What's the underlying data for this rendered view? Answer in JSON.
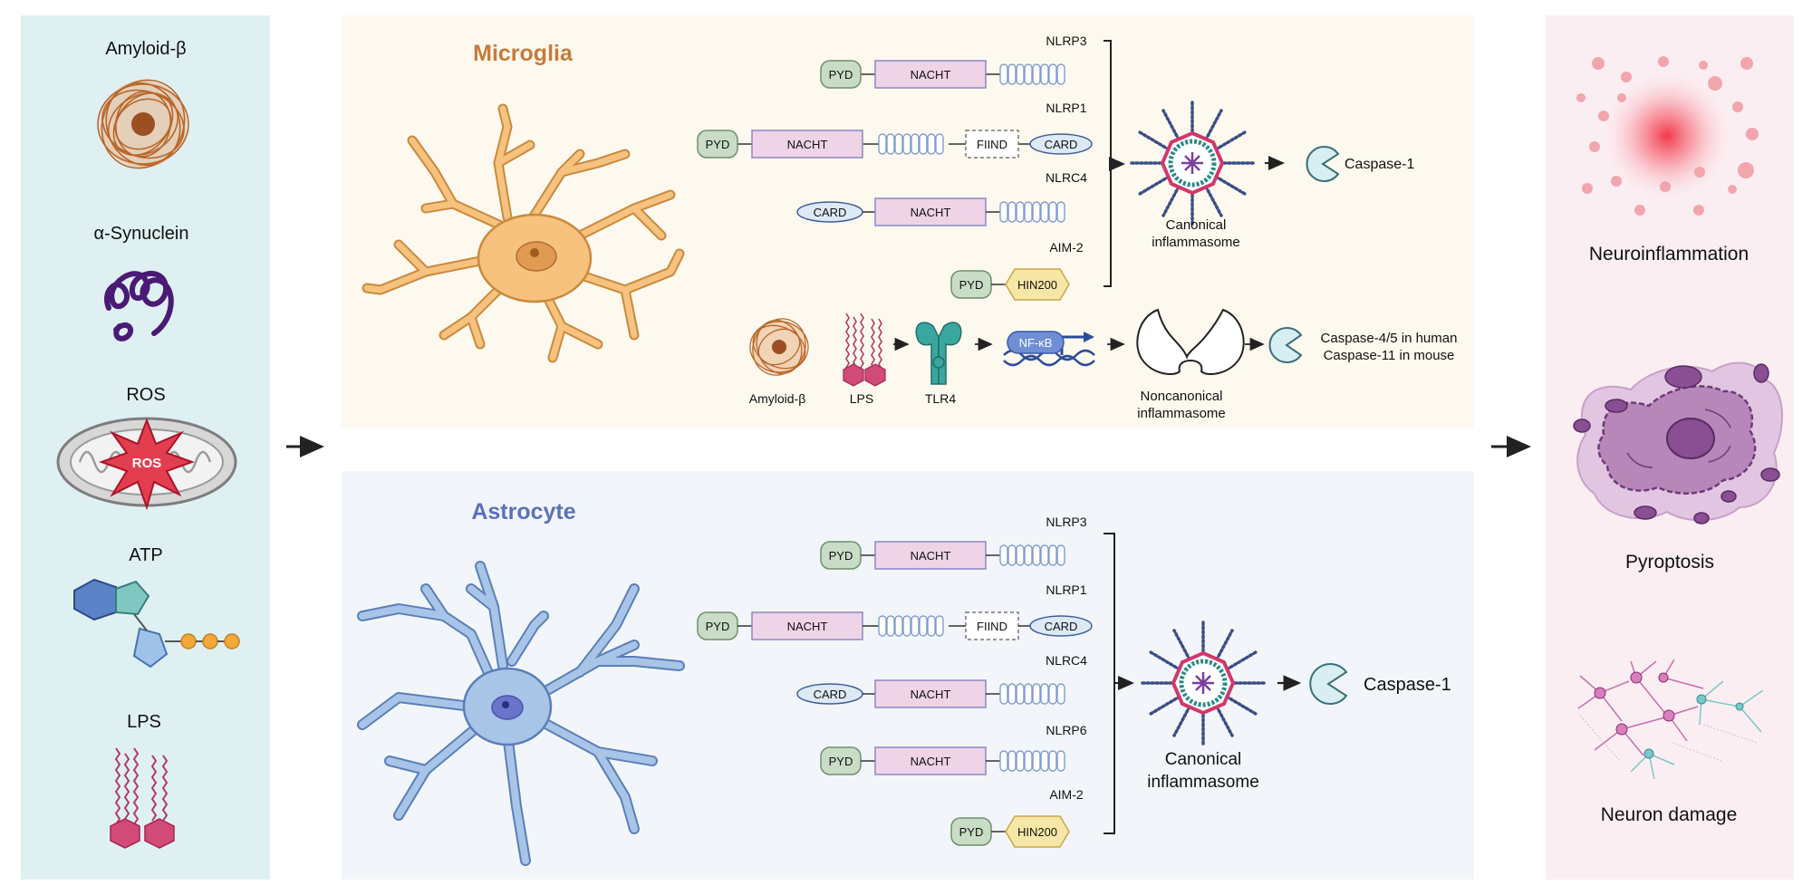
{
  "triggers": {
    "items": [
      {
        "label": "Amyloid-β",
        "icon": "amyloid-fibril-icon"
      },
      {
        "label": "α-Synuclein",
        "icon": "synuclein-coil-icon"
      },
      {
        "label": "ROS",
        "icon": "mitochondrion-ros-icon",
        "badge": "ROS"
      },
      {
        "label": "ATP",
        "icon": "atp-molecule-icon"
      },
      {
        "label": "LPS",
        "icon": "lps-molecule-icon"
      }
    ]
  },
  "microglia": {
    "title": "Microglia",
    "receptors": [
      {
        "name": "NLRP3"
      },
      {
        "name": "NLRP1"
      },
      {
        "name": "NLRC4"
      },
      {
        "name": "AIM-2"
      }
    ],
    "domains": {
      "pyd": "PYD",
      "nacht": "NACHT",
      "fiind": "FIIND",
      "card": "CARD",
      "hin200": "HIN200"
    },
    "canonical": {
      "label_line1": "Canonical",
      "label_line2": "inflammasome",
      "caspase": "Caspase-1"
    },
    "noncanonical": {
      "amyloid": "Amyloid-β",
      "lps": "LPS",
      "tlr4": "TLR4",
      "nfkb": "NF-κB",
      "label_line1": "Noncanonical",
      "label_line2": "inflammasome",
      "caspase_line1": "Caspase-4/5 in human",
      "caspase_line2": "Caspase-11 in mouse"
    }
  },
  "astrocyte": {
    "title": "Astrocyte",
    "receptors": [
      {
        "name": "NLRP3"
      },
      {
        "name": "NLRP1"
      },
      {
        "name": "NLRC4"
      },
      {
        "name": "NLRP6"
      },
      {
        "name": "AIM-2"
      }
    ],
    "canonical": {
      "label_line1": "Canonical",
      "label_line2": "inflammasome",
      "caspase": "Caspase-1"
    }
  },
  "outcomes": {
    "items": [
      {
        "label": "Neuroinflammation",
        "icon": "neuroinflammation-icon"
      },
      {
        "label": "Pyroptosis",
        "icon": "pyroptotic-cell-icon"
      },
      {
        "label": "Neuron damage",
        "icon": "neuron-network-icon"
      }
    ]
  },
  "colors": {
    "trigger_panel": "#dff0f3",
    "microglia_panel": "#fdf9ee",
    "astrocyte_panel": "#f2f6fb",
    "outcome_panel": "#fbeef2",
    "microglia_title": "#c57b3a",
    "astrocyte_title": "#5b71b8",
    "pyd": "#c8dcc6",
    "nacht": "#efd3e6",
    "card": "#dde9f5",
    "hin200": "#f7e7a6"
  }
}
